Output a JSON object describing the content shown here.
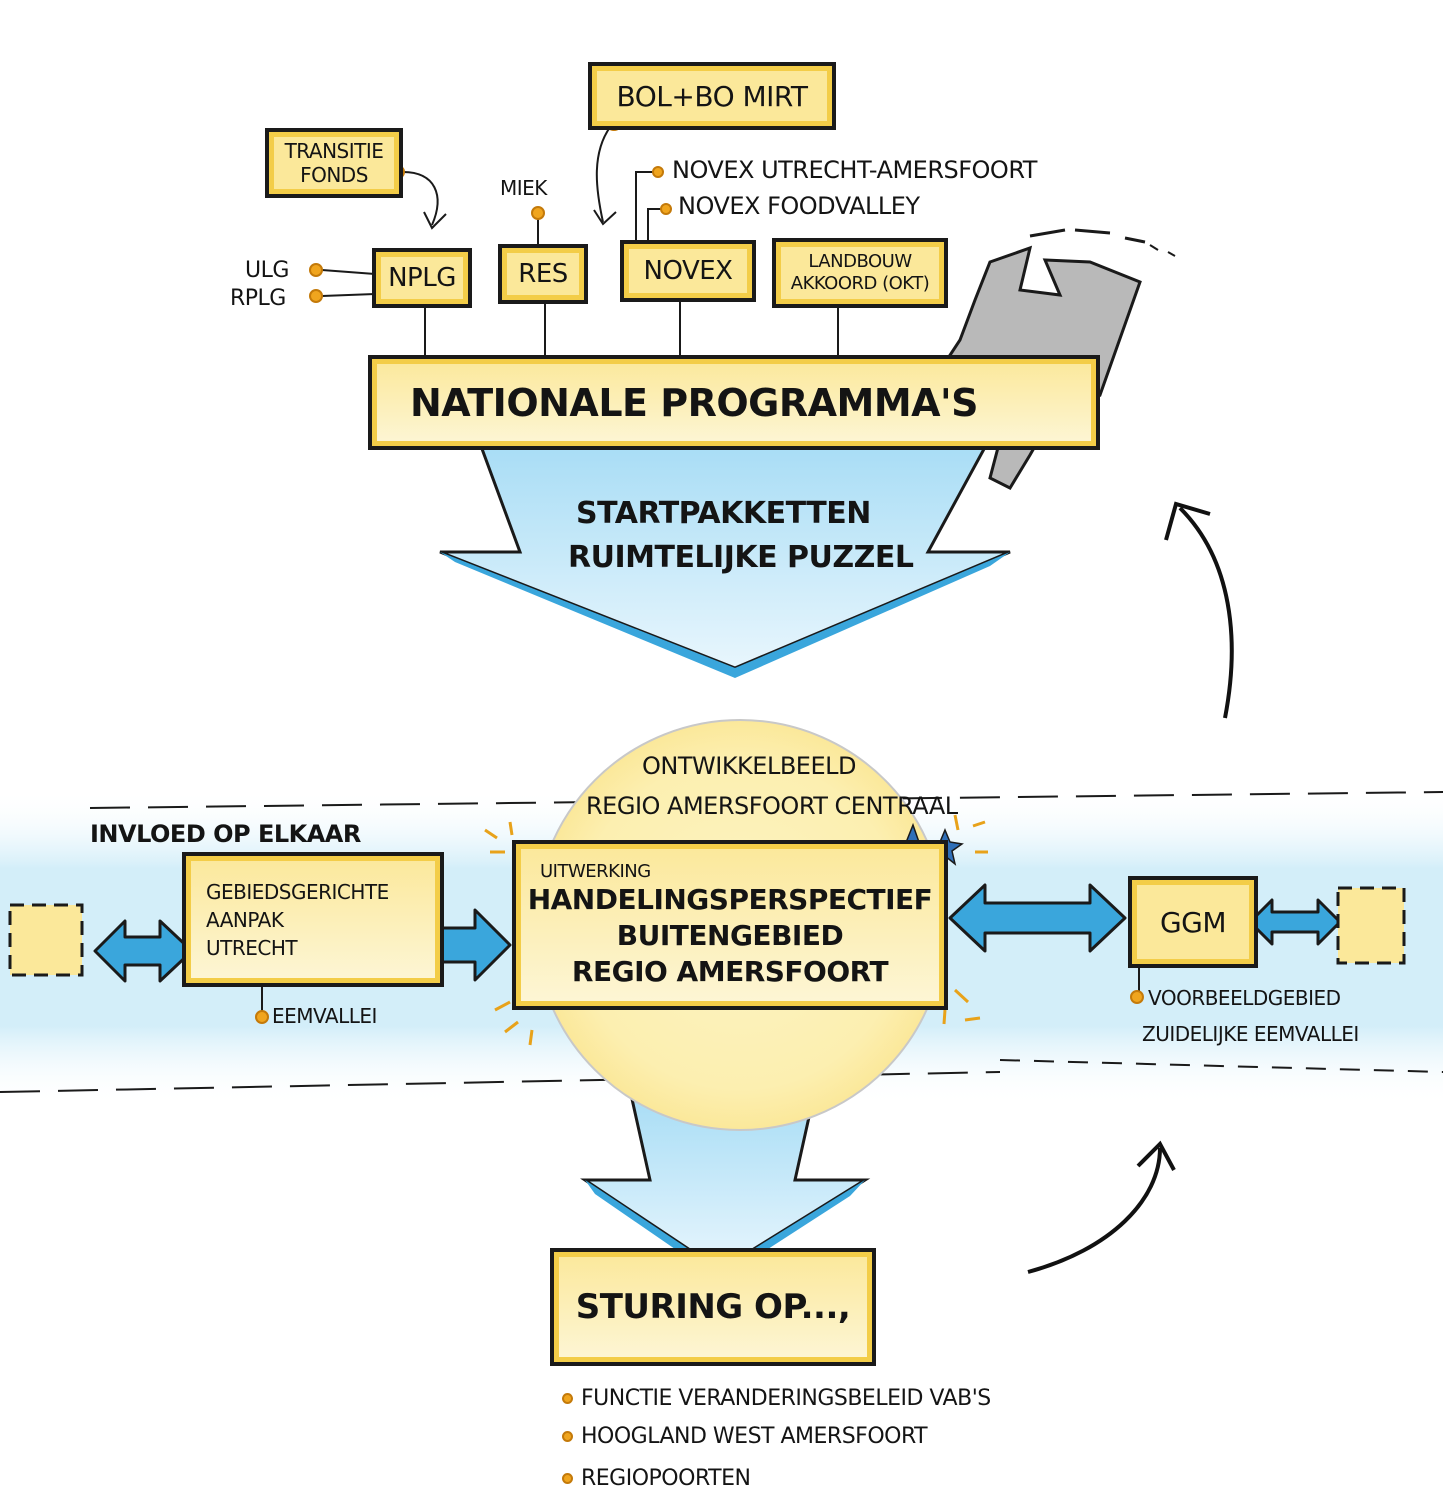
{
  "title": "NATIONALE PROGRAMMA'S",
  "top_boxes": {
    "bol_bo_mirt": "BOL+BO MIRT",
    "transitie_fonds": [
      "TRANSITIE",
      "FONDS"
    ],
    "nplg": "NPLG",
    "res": "RES",
    "novex": "NOVEX",
    "landbouw": [
      "LANDBOUW",
      "AKKOORD (OKT)"
    ]
  },
  "top_labels": {
    "miek": "MIEK",
    "ulg": "ULG",
    "rplg": "RPLG",
    "novex_utrecht": "NOVEX UTRECHT-AMERSFOORT",
    "novex_foodvalley": "NOVEX FOODVALLEY"
  },
  "arrow_text": [
    "STARTPAKKETTEN",
    "RUIMTELIJKE PUZZEL"
  ],
  "circle_text": [
    "ONTWIKKELBEELD",
    "REGIO AMERSFOORT CENTRAAL"
  ],
  "band_label": "INVLOED OP ELKAAR",
  "center_box": {
    "small": "UITWERKING",
    "main": [
      "HANDELINGSPERSPECTIEF",
      "BUITENGEBIED",
      "REGIO AMERSFOORT"
    ]
  },
  "left_box": [
    "GEBIEDSGERICHTE",
    "AANPAK",
    "UTRECHT"
  ],
  "eemvallei": "EEMVALLEI",
  "ggm": "GGM",
  "voorbeeld": [
    "VOORBEELDGEBIED",
    "ZUIDELIJKE EEMVALLEI"
  ],
  "sturing": "STURING OP...,",
  "bullets": [
    "FUNCTIE VERANDERINGSBELEID VAB'S",
    "HOOGLAND WEST AMERSFOORT",
    "REGIOPOORTEN"
  ],
  "colors": {
    "yellow": "#f3cd48",
    "yellow_light": "#fbe89a",
    "blue": "#3aa6dc",
    "blue_light": "#c9eaf9",
    "dot": "#f0a51e",
    "ink": "#1a1a1a"
  }
}
